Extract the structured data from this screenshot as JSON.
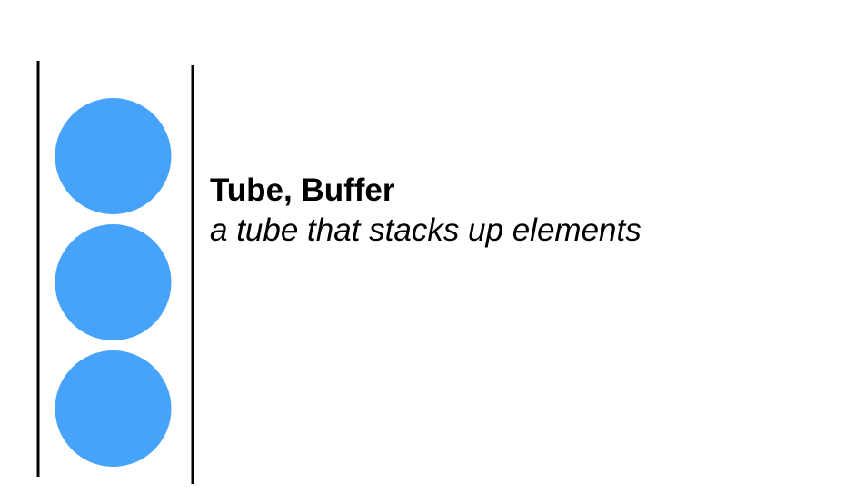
{
  "caption": {
    "title": "Tube, Buffer",
    "subtitle": "a tube that stacks up elements"
  },
  "tube": {
    "wall_color": "#000000",
    "element_color": "#47A3FA",
    "element_count": 3
  }
}
